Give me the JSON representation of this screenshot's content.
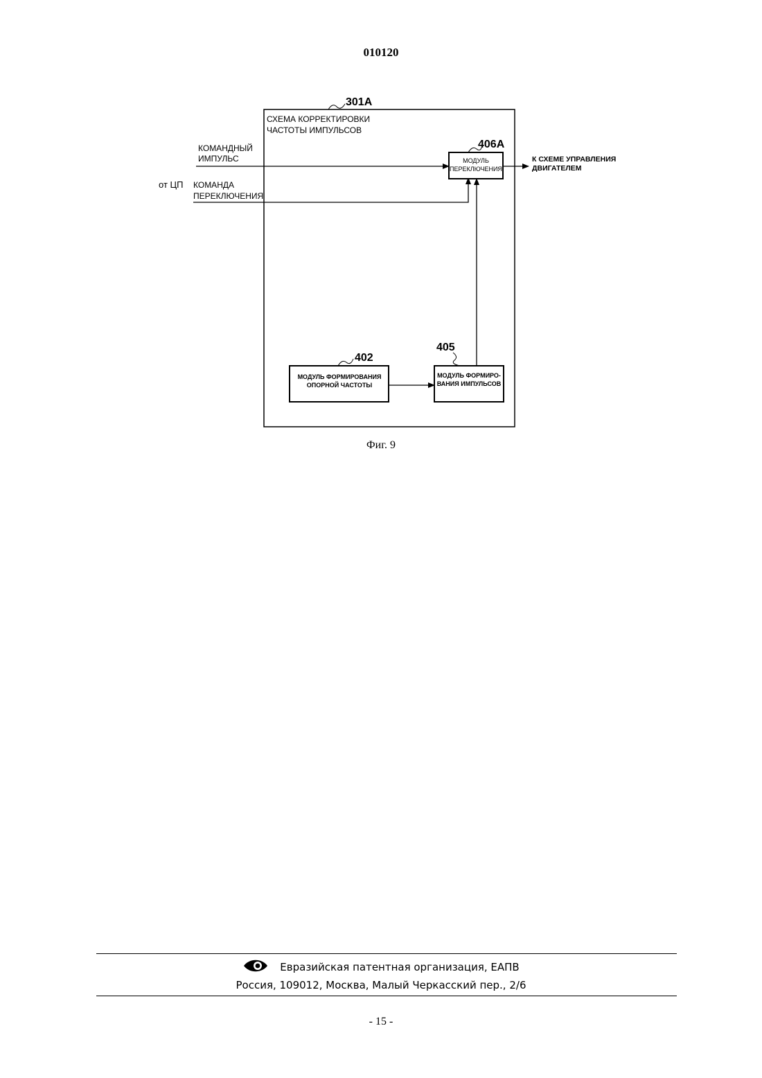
{
  "header": {
    "document_number": "010120"
  },
  "figure": {
    "outer_block": {
      "ref": "301A",
      "title_line1": "СХЕМА КОРРЕКТИРОВКИ",
      "title_line2": "ЧАСТОТЫ ИМПУЛЬСОВ"
    },
    "inputs": {
      "command_pulse_line1": "КОМАНДНЫЙ",
      "command_pulse_line2": "ИМПУЛЬС",
      "source": "от ЦП",
      "switch_command_line1": "КОМАНДА",
      "switch_command_line2": "ПЕРЕКЛЮЧЕНИЯ"
    },
    "switch_module": {
      "ref": "406A",
      "label_line1": "МОДУЛЬ",
      "label_line2": "ПЕРЕКЛЮЧЕНИЯ"
    },
    "output": {
      "line1": "К СХЕМЕ УПРАВЛЕНИЯ",
      "line2": "ДВИГАТЕЛЕМ"
    },
    "ref_freq_module": {
      "ref": "402",
      "label_line1": "МОДУЛЬ ФОРМИРОВАНИЯ",
      "label_line2": "ОПОРНОЙ ЧАСТОТЫ"
    },
    "pulse_module": {
      "ref": "405",
      "label_line1": "МОДУЛЬ ФОРМИРО-",
      "label_line2": "ВАНИЯ ИМПУЛЬСОВ"
    },
    "caption": "Фиг. 9"
  },
  "footer": {
    "organization": "Евразийская патентная организация, ЕАПВ",
    "address": "Россия, 109012, Москва, Малый Черкасский пер., 2/6",
    "page_number": "- 15 -"
  }
}
